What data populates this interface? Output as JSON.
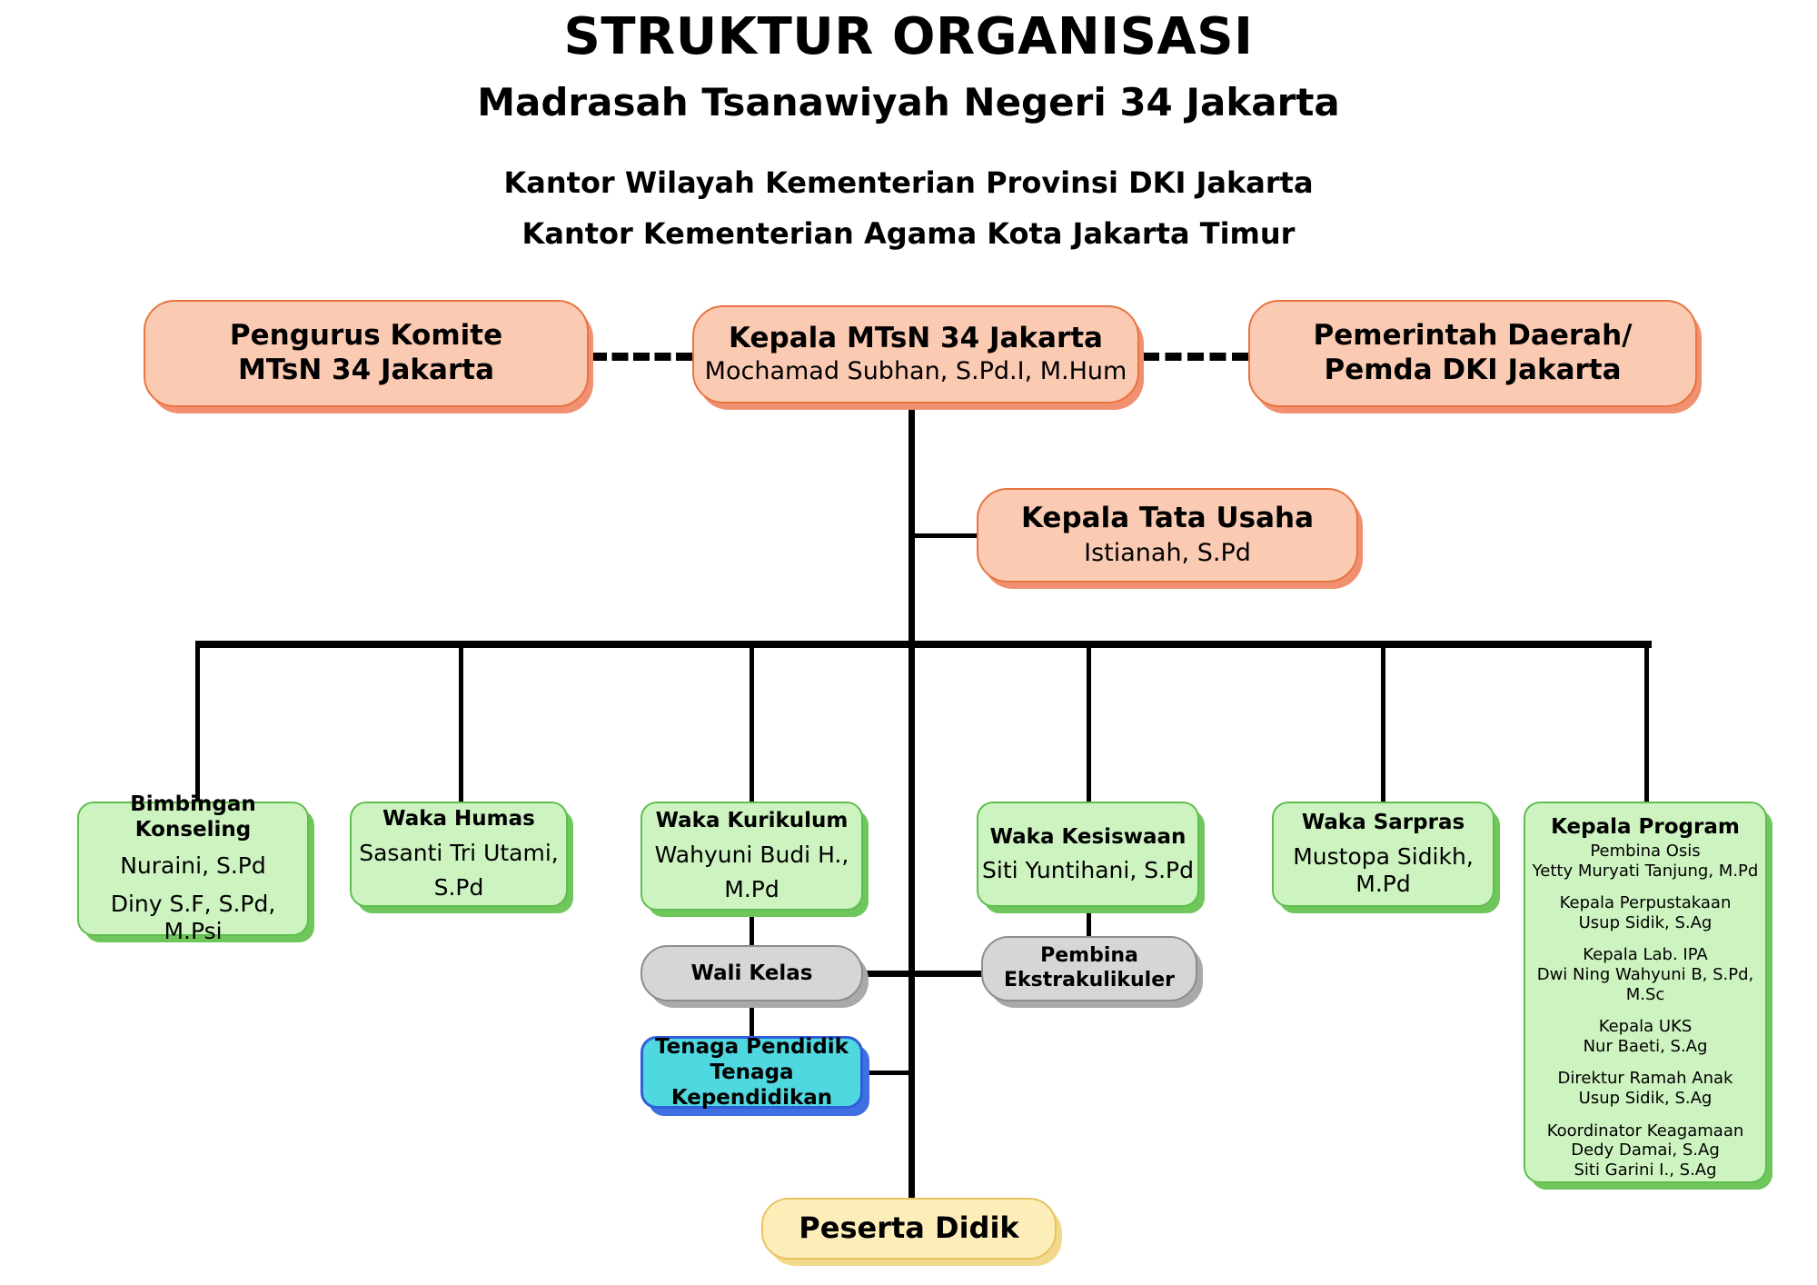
{
  "title": {
    "main": "STRUKTUR ORGANISASI",
    "sub": "Madrasah Tsanawiyah Negeri 34 Jakarta",
    "line1": "Kantor Wilayah Kementerian Provinsi DKI Jakarta",
    "line2": "Kantor Kementerian Agama Kota Jakarta Timur"
  },
  "colors": {
    "peach_fill": "#fbcab3",
    "peach_border": "#e8743f",
    "green_fill": "#cdf3c0",
    "green_border": "#5fbd4e",
    "grey_fill": "#d6d6d6",
    "grey_border": "#8d8d8d",
    "cyan_fill": "#4fd8e0",
    "cyan_border": "#2e5fd8",
    "yellow_fill": "#fdeeb9",
    "yellow_border": "#e8c35e",
    "connector": "#000000",
    "background": "#ffffff"
  },
  "nodes": {
    "komite": {
      "role": "Pengurus Komite",
      "role2": "MTsN 34 Jakarta"
    },
    "kepala": {
      "role": "Kepala MTsN 34 Jakarta",
      "name": "Mochamad Subhan, S.Pd.I, M.Hum"
    },
    "pemda": {
      "role": "Pemerintah Daerah/",
      "role2": "Pemda DKI Jakarta"
    },
    "tata_usaha": {
      "role": "Kepala Tata Usaha",
      "name": "Istianah, S.Pd"
    },
    "bk": {
      "role": "Bimbingan Konseling",
      "name": "Nuraini, S.Pd",
      "name2": "Diny S.F, S.Pd, M.Psi"
    },
    "humas": {
      "role": "Waka Humas",
      "name": "Sasanti Tri Utami,",
      "name2": "S.Pd"
    },
    "kurikulum": {
      "role": "Waka Kurikulum",
      "name": "Wahyuni Budi H.,",
      "name2": "M.Pd"
    },
    "kesiswaan": {
      "role": "Waka Kesiswaan",
      "name": "Siti Yuntihani, S.Pd"
    },
    "sarpras": {
      "role": "Waka Sarpras",
      "name": "Mustopa Sidikh, M.Pd"
    },
    "program": {
      "role": "Kepala Program",
      "items": [
        {
          "role": "Pembina Osis",
          "name": "Yetty Muryati Tanjung, M.Pd"
        },
        {
          "role": "Kepala Perpustakaan",
          "name": "Usup Sidik, S.Ag"
        },
        {
          "role": "Kepala Lab. IPA",
          "name": "Dwi Ning Wahyuni B, S.Pd, M.Sc"
        },
        {
          "role": "Kepala UKS",
          "name": "Nur Baeti, S.Ag"
        },
        {
          "role": "Direktur Ramah Anak",
          "name": "Usup Sidik, S.Ag"
        },
        {
          "role": "Koordinator Keagamaan",
          "name": "Dedy Damai, S.Ag",
          "name2": "Siti Garini I., S.Ag"
        }
      ]
    },
    "wali_kelas": {
      "role": "Wali Kelas"
    },
    "ekskul": {
      "role": "Pembina",
      "role2": "Ekstrakulikuler"
    },
    "tenaga": {
      "role": "Tenaga Pendidik",
      "role2": "Tenaga Kependidikan"
    },
    "peserta": {
      "role": "Peserta Didik"
    }
  }
}
